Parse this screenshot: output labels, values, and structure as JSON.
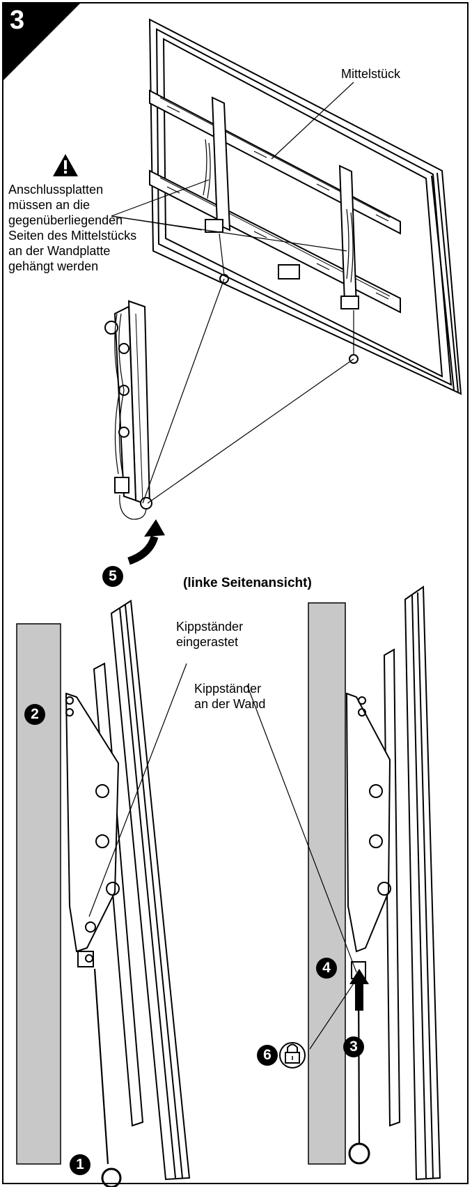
{
  "step": {
    "number": "3"
  },
  "labels": {
    "center_piece": "Mittelstück",
    "warning_lines": [
      "Anschlussplatten",
      "müssen an die",
      "gegenüberliegenden",
      "Seiten des Mittelstücks",
      "an der Wandplatte",
      "gehängt werden"
    ],
    "side_view": "(linke Seitenansicht)",
    "tilt_locked": [
      "Kippständer",
      "eingerastet"
    ],
    "tilt_wall": [
      "Kippständer",
      "an der Wand"
    ]
  },
  "callouts": [
    "1",
    "2",
    "3",
    "4",
    "5",
    "6"
  ],
  "colors": {
    "wall": "#c8c8c8",
    "line": "#000000",
    "badge": "#000000"
  },
  "icons": [
    "warning-icon",
    "lock-icon",
    "curved-arrow-icon",
    "up-arrow-icon"
  ]
}
